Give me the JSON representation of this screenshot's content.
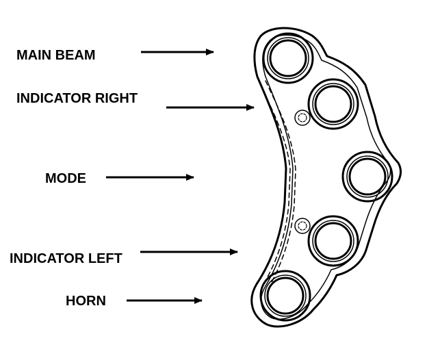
{
  "diagram": {
    "labels": {
      "main_beam": "MAIN BEAM",
      "indicator_right": "INDICATOR RIGHT",
      "mode": "MODE",
      "indicator_left": "INDICATOR LEFT",
      "horn": "HORN"
    },
    "colors": {
      "ink": "#000000",
      "background": "#ffffff"
    },
    "buttons": [
      "main-beam",
      "indicator-right",
      "mode",
      "indicator-left",
      "horn"
    ]
  }
}
